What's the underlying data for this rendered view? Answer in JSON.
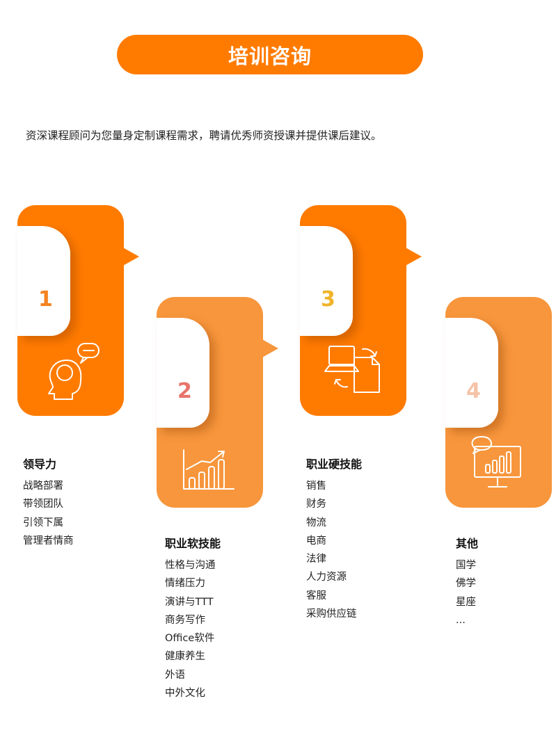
{
  "title": "培训咨询",
  "intro": "资深课程顾问为您量身定制课程需求，聘请优秀师资授课并提供课后建议。",
  "colors": {
    "accent": "#ff7b00",
    "accent_light": "#f7963c"
  },
  "sections": [
    {
      "number": "1",
      "number_color": "#f58220",
      "icon": "head-speech-bubble-icon",
      "heading": "领导力",
      "items": [
        "战略部署",
        "带领团队",
        "引领下属",
        "管理者情商"
      ]
    },
    {
      "number": "2",
      "number_color": "#e8736a",
      "icon": "bar-chart-growth-icon",
      "heading": "职业软技能",
      "items": [
        "性格与沟通",
        "情绪压力",
        "演讲与TTT",
        "商务写作",
        "Office软件",
        "健康养生",
        "外语",
        "中外文化"
      ]
    },
    {
      "number": "3",
      "number_color": "#f0b429",
      "icon": "laptop-document-sync-icon",
      "heading": "职业硬技能",
      "items": [
        "销售",
        "财务",
        "物流",
        "电商",
        "法律",
        "人力资源",
        "客服",
        "采购供应链"
      ]
    },
    {
      "number": "4",
      "number_color": "#f6c3a8",
      "icon": "monitor-chart-icon",
      "heading": "其他",
      "items": [
        "国学",
        "佛学",
        "星座",
        "..."
      ]
    }
  ]
}
